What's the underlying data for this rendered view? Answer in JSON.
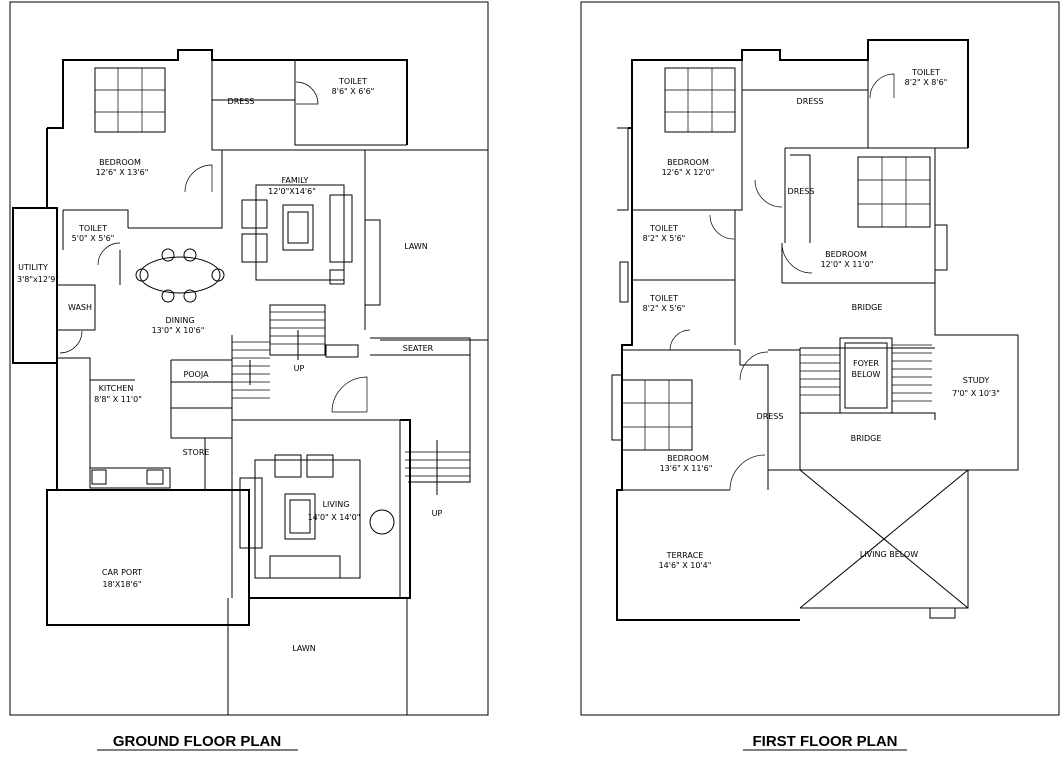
{
  "ground_floor": {
    "title": "GROUND FLOOR PLAN",
    "rooms": {
      "dress": "DRESS",
      "toilet_name": "TOILET",
      "toilet_size": "8'6\" X 6'6\"",
      "bedroom_name": "BEDROOM",
      "bedroom_size": "12'6\" X 13'6\"",
      "family_name": "FAMILY",
      "family_size": "12'0\"X14'6\"",
      "toilet2_name": "TOILET",
      "toilet2_size": "5'0\" X 5'6\"",
      "utility_name": "UTILITY",
      "utility_size": "3'8\"x12'9\"",
      "wash": "WASH",
      "dining_name": "DINING",
      "dining_size": "13'0\" X 10'6\"",
      "lawn_right": "LAWN",
      "seater": "SEATER",
      "kitchen_name": "KITCHEN",
      "kitchen_size": "8'8\" X 11'0\"",
      "pooja": "POOJA",
      "store": "STORE",
      "up_stair": "UP",
      "up_right": "UP",
      "living_name": "LIVING",
      "living_size": "14'0\" X 14'0\"",
      "carport_name": "CAR PORT",
      "carport_size": "18'X18'6\"",
      "lawn_bottom": "LAWN"
    }
  },
  "first_floor": {
    "title": "FIRST FLOOR PLAN",
    "rooms": {
      "dress_top": "DRESS",
      "toilet_top_name": "TOILET",
      "toilet_top_size": "8'2\" X 8'6\"",
      "bedroom1_name": "BEDROOM",
      "bedroom1_size": "12'6\" X 12'0\"",
      "dress_mid": "DRESS",
      "toilet2_name": "TOILET",
      "toilet2_size": "8'2\" X 5'6\"",
      "bedroom2_name": "BEDROOM",
      "bedroom2_size": "12'0\" X 11'0\"",
      "toilet3_name": "TOILET",
      "toilet3_size": "8'2\" X 5'6\"",
      "bridge_top": "BRIDGE",
      "foyer_l1": "FOYER",
      "foyer_l2": "BELOW",
      "study_name": "STUDY",
      "study_size": "7'0\" X 10'3\"",
      "dress_low": "DRESS",
      "bridge_low": "BRIDGE",
      "bedroom3_name": "BEDROOM",
      "bedroom3_size": "13'6\" X 11'6\"",
      "terrace_name": "TERRACE",
      "terrace_size": "14'6\" X 10'4\"",
      "living_below": "LIVING BELOW"
    }
  }
}
